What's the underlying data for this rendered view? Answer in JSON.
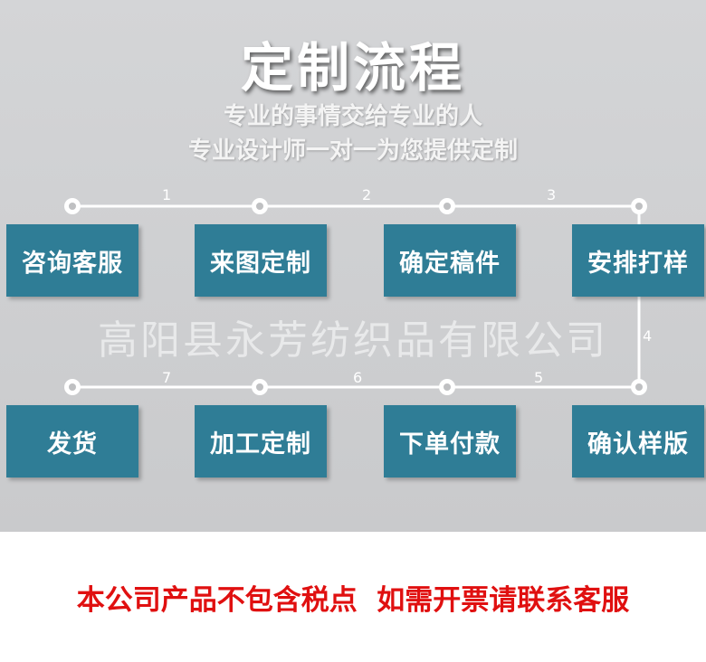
{
  "title": "定制流程",
  "subtitle_lines": [
    "专业的事情交给专业的人",
    "专业设计师一对一为您提供定制"
  ],
  "watermark": "高阳县永芳纺织品有限公司",
  "steps_top": [
    "咨询客服",
    "来图定制",
    "确定稿件",
    "安排打样"
  ],
  "steps_bottom": [
    "发货",
    "加工定制",
    "下单付款",
    "确认样版"
  ],
  "numbers_top": [
    "1",
    "2",
    "3"
  ],
  "number_right": "4",
  "numbers_bottom": [
    "7",
    "6",
    "5"
  ],
  "notice": "本公司产品不包含税点  如需开票请联系客服",
  "colors": {
    "panel_bg": "#cdced0",
    "step_bg": "#2f7d96",
    "notice_text": "#e01010"
  }
}
